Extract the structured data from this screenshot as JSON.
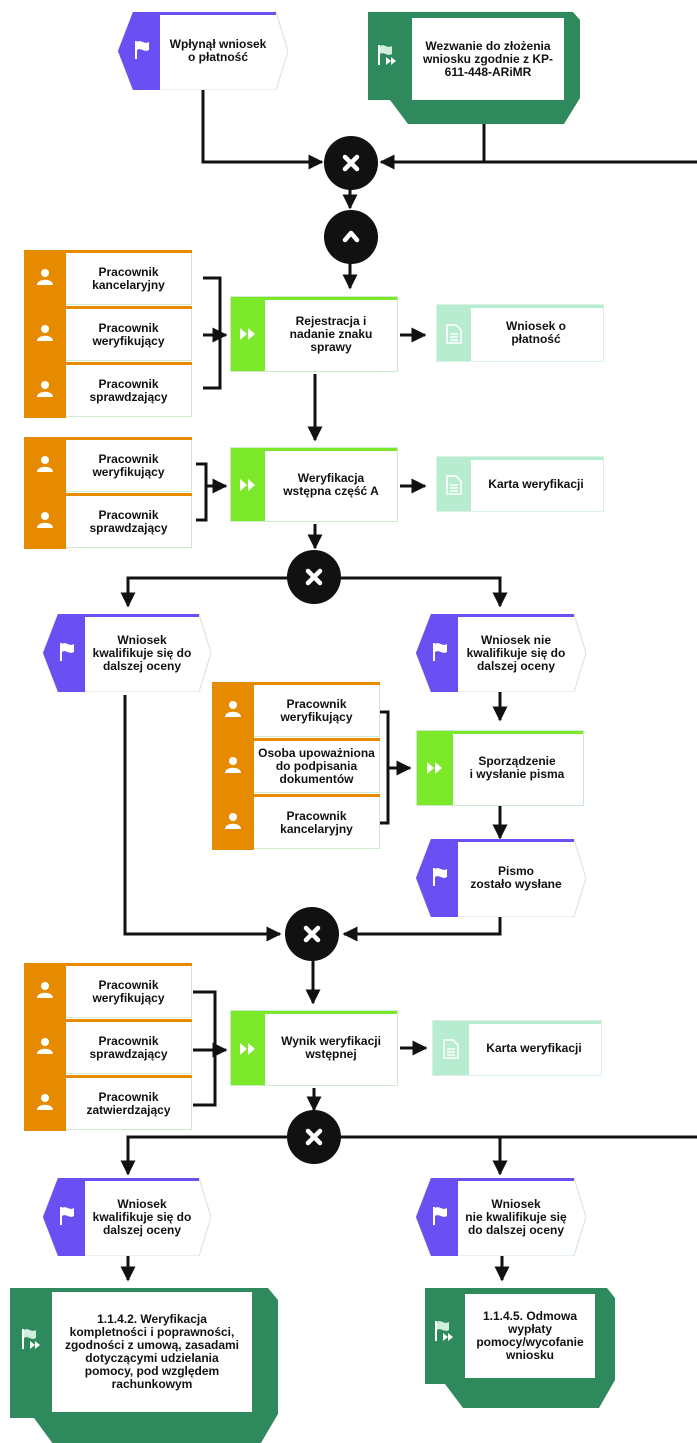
{
  "events": {
    "start_received": "Wpłynął wniosek\no płatność",
    "branch_ok_1": "Wniosek\nkwalifikuje się do\ndalszej oceny",
    "branch_nok_1": "Wniosek nie\nkwalifikuje się do\ndalszej oceny",
    "letter_sent": "Pismo\nzostało wysłane",
    "branch_ok_2": "Wniosek\nkwalifikuje się do\ndalszej oceny",
    "branch_nok_2": "Wniosek\nnie kwalifikuje się\ndo dalszej oceny"
  },
  "interfaces": {
    "call": "Wezwanie do złożenia\nwniosku zgodnie z KP-\n611-448-ARiMR",
    "next_check": "1.1.4.2. Weryfikacja\nkompletności i poprawności,\nzgodności z umową, zasadami\ndotyczącymi udzielania\npomocy, pod względem\nrachunkowym",
    "refusal": "1.1.4.5. Odmowa\nwypłaty\npomocy/wycofanie\nwniosku"
  },
  "functions": {
    "registration": "Rejestracja i\nnadanie znaku\nsprawy",
    "initial_check": "Weryfikacja\nwstępna część A",
    "letter": "Sporządzenie\ni wysłanie pisma",
    "result": "Wynik weryfikacji\nwstępnej"
  },
  "documents": {
    "application": "Wniosek o\npłatność",
    "card_1": "Karta weryfikacji",
    "card_2": "Karta weryfikacji"
  },
  "roles": {
    "group1": [
      "Pracownik\nkancelaryjny",
      "Pracownik\nweryfikujący",
      "Pracownik\nsprawdzający"
    ],
    "group2": [
      "Pracownik\nweryfikujący",
      "Pracownik\nsprawdzający"
    ],
    "group3": [
      "Pracownik\nweryfikujący",
      "Osoba upoważniona\ndo podpisania\ndokumentów",
      "Pracownik\nkancelaryjny"
    ],
    "group4": [
      "Pracownik\nweryfikujący",
      "Pracownik\nsprawdzający",
      "Pracownik\nzatwierdzający"
    ]
  },
  "icons": {
    "event": "flag-icon",
    "interface": "flag-play-icon",
    "function": "play-icon",
    "document": "document-icon",
    "role": "person-icon",
    "gateway_xor": "x-icon",
    "gateway_and": "caret-up-icon"
  },
  "colors": {
    "event_accent": "#6a4ff2",
    "interface_fill": "#2e8a5c",
    "function_accent": "#7be82a",
    "document_accent": "#b7ecd0",
    "role_accent": "#e68a00",
    "gateway": "#111111"
  }
}
